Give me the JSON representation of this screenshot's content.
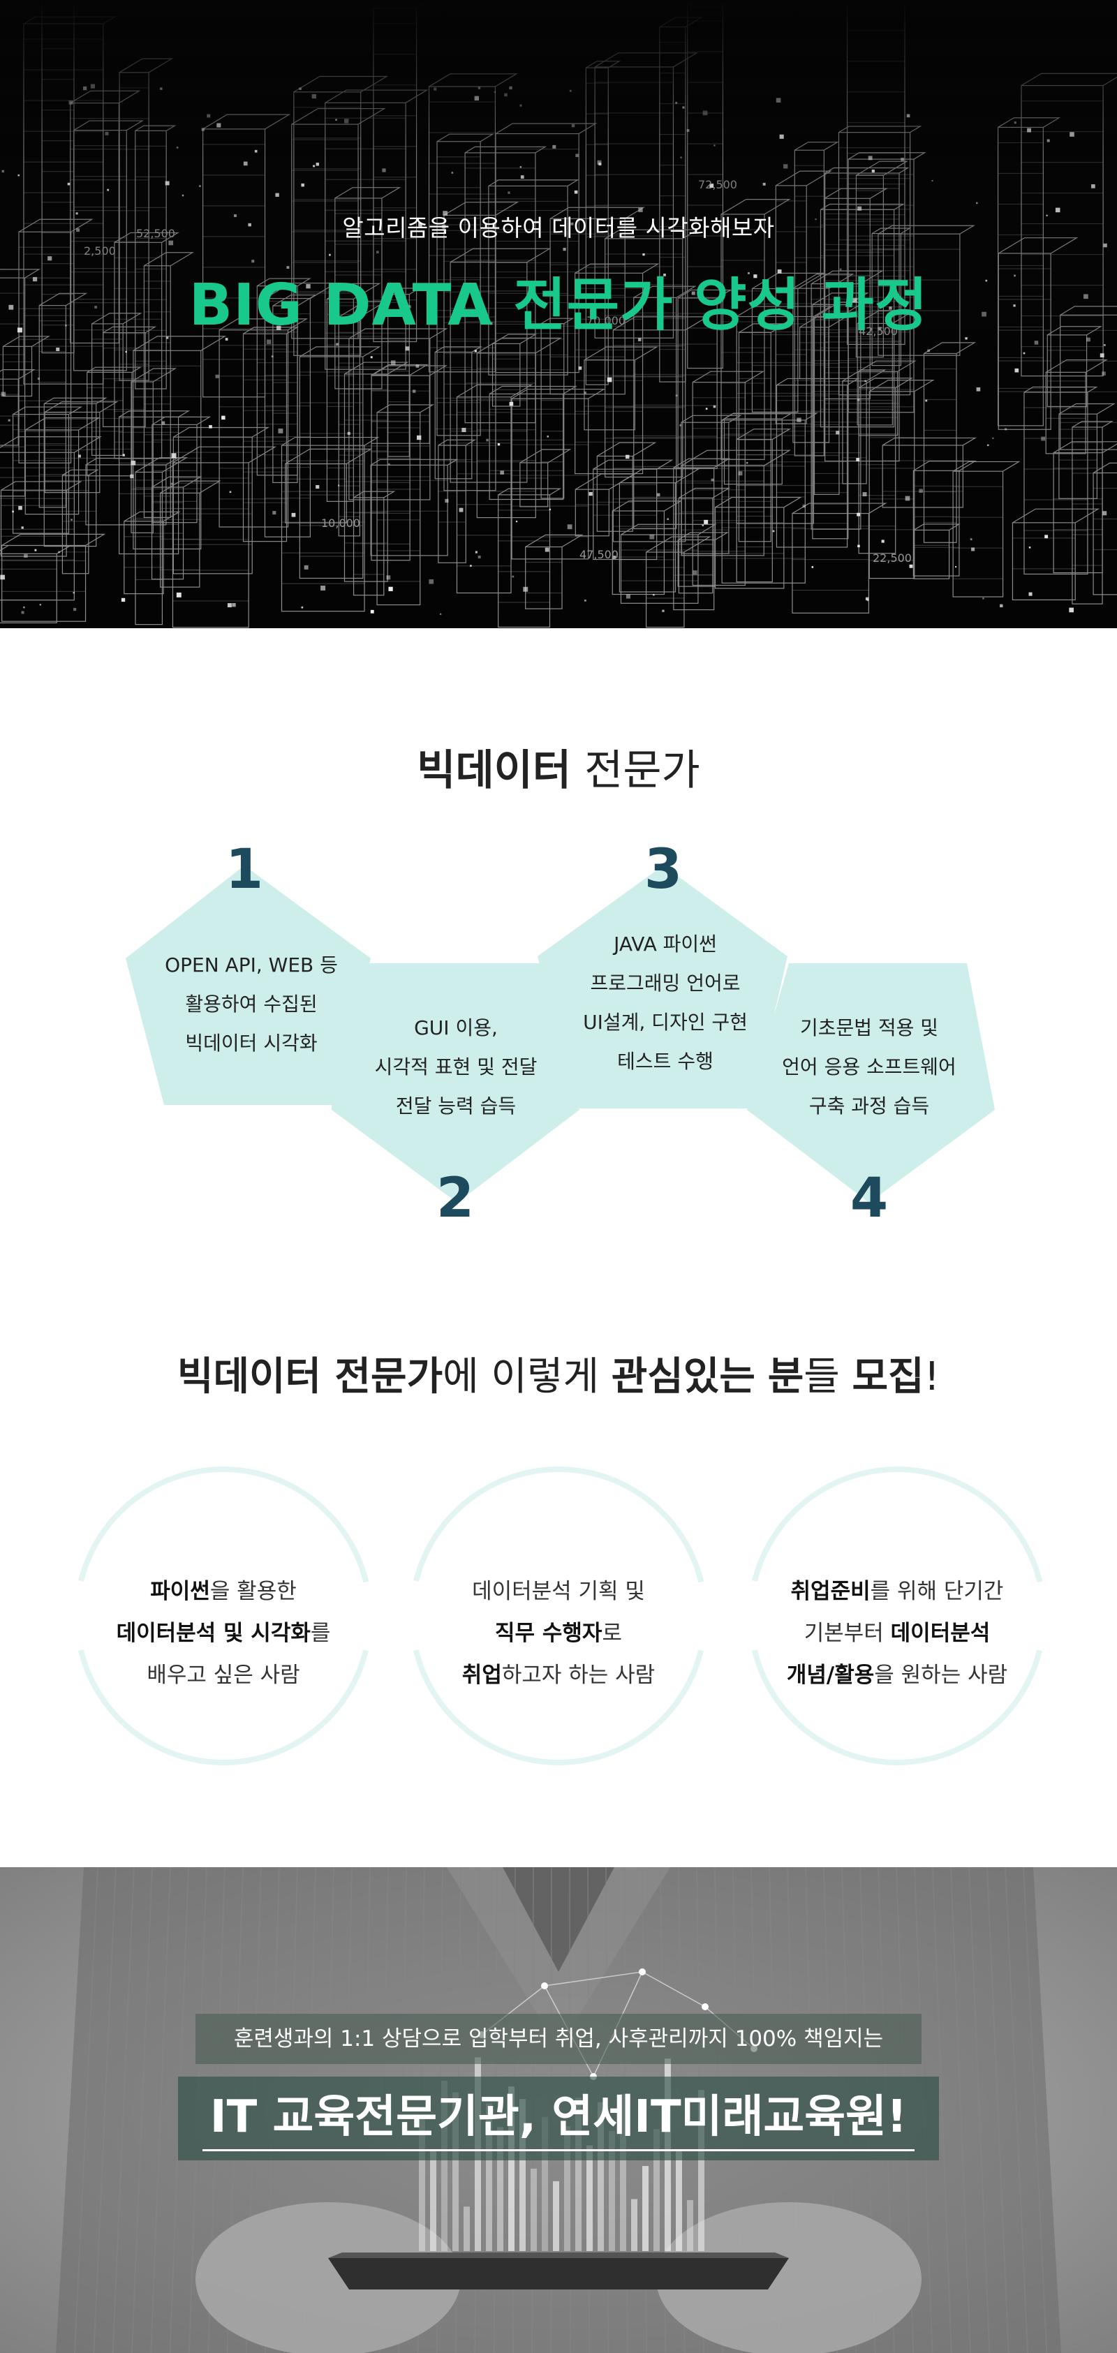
{
  "hero": {
    "subtitle": "알고리즘을 이용하여 데이터를 시각화해보자",
    "title": "BIG DATA 전문가 양성 과정",
    "figures": [
      "72,500",
      "52,500",
      "70,000",
      "42,500",
      "10,000",
      "47,500",
      "22,500",
      "2,500"
    ]
  },
  "expert": {
    "title_bold": "빅데이터",
    "title_rest": " 전문가",
    "steps": [
      {
        "number": "1",
        "lines": [
          "OPEN API, WEB 등",
          "활용하여 수집된",
          "빅데이터 시각화"
        ]
      },
      {
        "number": "2",
        "lines": [
          "GUI 이용,",
          "시각적 표현 및 전달",
          "전달 능력 습득"
        ]
      },
      {
        "number": "3",
        "lines": [
          "JAVA 파이썬",
          "프로그래밍 언어로",
          "UI설계, 디자인 구현",
          "테스트 수행"
        ]
      },
      {
        "number": "4",
        "lines": [
          "기초문법 적용 및",
          "언어 응용 소프트웨어",
          "구축 과정 습득"
        ]
      }
    ]
  },
  "recruit": {
    "title": {
      "p1": "빅데이터 전문가",
      "p2": "에 이렇게 ",
      "p3": "관심있는",
      "p4": " ",
      "p5": "분",
      "p6": "들 ",
      "p7": "모집",
      "p8": "!"
    },
    "items": [
      {
        "l1a": "파이썬",
        "l1b": "을 활용한",
        "l2": "데이터분석 및 시각화",
        "l2b": "를",
        "l3": "배우고 싶은 사람"
      },
      {
        "l1a": "데이터분석 기획 및",
        "l2a": "직무 수행자",
        "l2b": "로",
        "l3a": "취업",
        "l3b": "하고자 하는 사람"
      },
      {
        "l1a": "취업준비",
        "l1b": "를 위해 단기간",
        "l2a": "기본부터 ",
        "l2b": "데이터분석",
        "l3a": "개념/활용",
        "l3b": "을 원하는 사람"
      }
    ]
  },
  "banner": {
    "subtitle": "훈련생과의 1:1 상담으로 입학부터 취업, 사후관리까지 100% 책임지는",
    "title": "IT 교육전문기관, 연세IT미래교육원!"
  },
  "colors": {
    "accent_green": "#19c98c",
    "step_fill": "#cdeeea",
    "step_number": "#1d4a5c",
    "circle_stroke": "#e2f5f2"
  }
}
